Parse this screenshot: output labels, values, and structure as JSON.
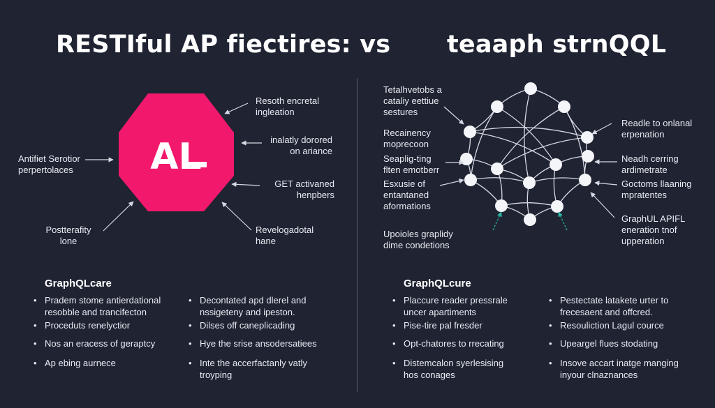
{
  "titles": {
    "left": "RESTIful AP fiectires:  vs",
    "right": "teaaph strnQQL"
  },
  "colors": {
    "background": "#1f2332",
    "octagon": "#f2196c",
    "line": "#d7dae3",
    "accent_teal": "#2bb5a0"
  },
  "left_diagram": {
    "badge_text": "AL",
    "labels": {
      "top_right": [
        "Resoth encretal",
        "ingleation"
      ],
      "upper_right": [
        "inalatly dorored",
        "on ariance"
      ],
      "mid_right": [
        "GET activaned",
        "henpbers"
      ],
      "bottom_right": [
        "Revelogadotal",
        "hane"
      ],
      "left": [
        "Antifiet Serotior",
        "perpertolaces"
      ],
      "bottom_left": [
        "Postterafity",
        "lone"
      ]
    }
  },
  "right_diagram": {
    "labels": {
      "top_left": [
        "Tetalhvetobs a",
        "cataliy eettiue",
        "sestures"
      ],
      "left_1": [
        "Recainency",
        "moprecoon"
      ],
      "left_2": [
        "Seaplig-ting",
        "flten emotberr"
      ],
      "left_3": [
        "Esxusie of",
        "entantaned",
        "aformations"
      ],
      "bottom_left": [
        "Upoioles graplidy",
        "dime condetions"
      ],
      "right_1": [
        "Readle to onlanal",
        "erpenation"
      ],
      "right_2": [
        "Neadh cerring",
        "ardimetrate"
      ],
      "right_3": [
        "Goctoms llaaning",
        "mpratentes"
      ],
      "right_4": [
        "GraphUL APIFL",
        "eneration tnof",
        "upperation"
      ]
    }
  },
  "left_section": {
    "title": "GraphQLcare",
    "col1": [
      [
        "Pradem stome antierdational",
        "resobble and trancifecton"
      ],
      [
        "Proceduts renelyctior"
      ],
      [
        "Nos an eracess of geraptcy"
      ],
      [
        "Ap ebing aurnece"
      ]
    ],
    "col2": [
      [
        "Decontated apd dlerel and",
        "nssigeteny and ipeston."
      ],
      [
        "Dilses off caneplicading"
      ],
      [
        "Hye the srise ansodersatiees"
      ],
      [
        "Inte the accerfactanly vatly",
        "troyping"
      ]
    ]
  },
  "right_section": {
    "title": "GraphQLcure",
    "col1": [
      [
        "Placcure reader pressrale",
        "uncer apartiments"
      ],
      [
        "Pise-tire pal fresder"
      ],
      [
        "Opt-chatores to rrecating"
      ],
      [
        "Distemcalon syerlesising",
        "hos conages"
      ]
    ],
    "col2": [
      [
        "Pestectate latakete urter to",
        "frecesaent and offcred."
      ],
      [
        "Resouliction Lagul cource"
      ],
      [
        "Upeargel flues stodating"
      ],
      [
        "Insove accart inatge manging",
        "inyour clnaznances"
      ]
    ]
  }
}
